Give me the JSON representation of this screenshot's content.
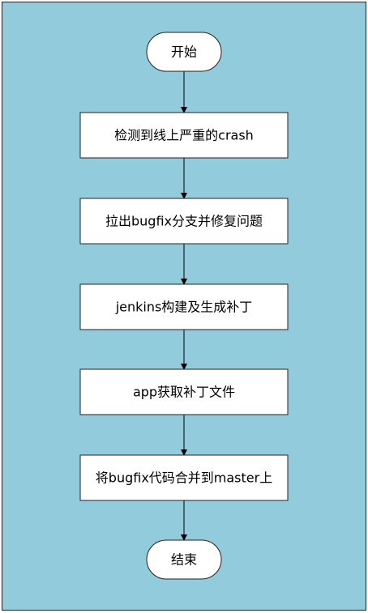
{
  "diagram": {
    "background_color": "#92CCDC",
    "nodes": [
      {
        "id": "start",
        "shape": "terminal",
        "label": "开始"
      },
      {
        "id": "step1",
        "shape": "process",
        "label": "检测到线上严重的crash"
      },
      {
        "id": "step2",
        "shape": "process",
        "label": "拉出bugfix分支并修复问题"
      },
      {
        "id": "step3",
        "shape": "process",
        "label": "jenkins构建及生成补丁"
      },
      {
        "id": "step4",
        "shape": "process",
        "label": "app获取补丁文件"
      },
      {
        "id": "step5",
        "shape": "process",
        "label": "将bugfix代码合并到master上"
      },
      {
        "id": "end",
        "shape": "terminal",
        "label": "结束"
      }
    ],
    "edges": [
      {
        "from": "start",
        "to": "step1"
      },
      {
        "from": "step1",
        "to": "step2"
      },
      {
        "from": "step2",
        "to": "step3"
      },
      {
        "from": "step3",
        "to": "step4"
      },
      {
        "from": "step4",
        "to": "step5"
      },
      {
        "from": "step5",
        "to": "end"
      }
    ]
  }
}
